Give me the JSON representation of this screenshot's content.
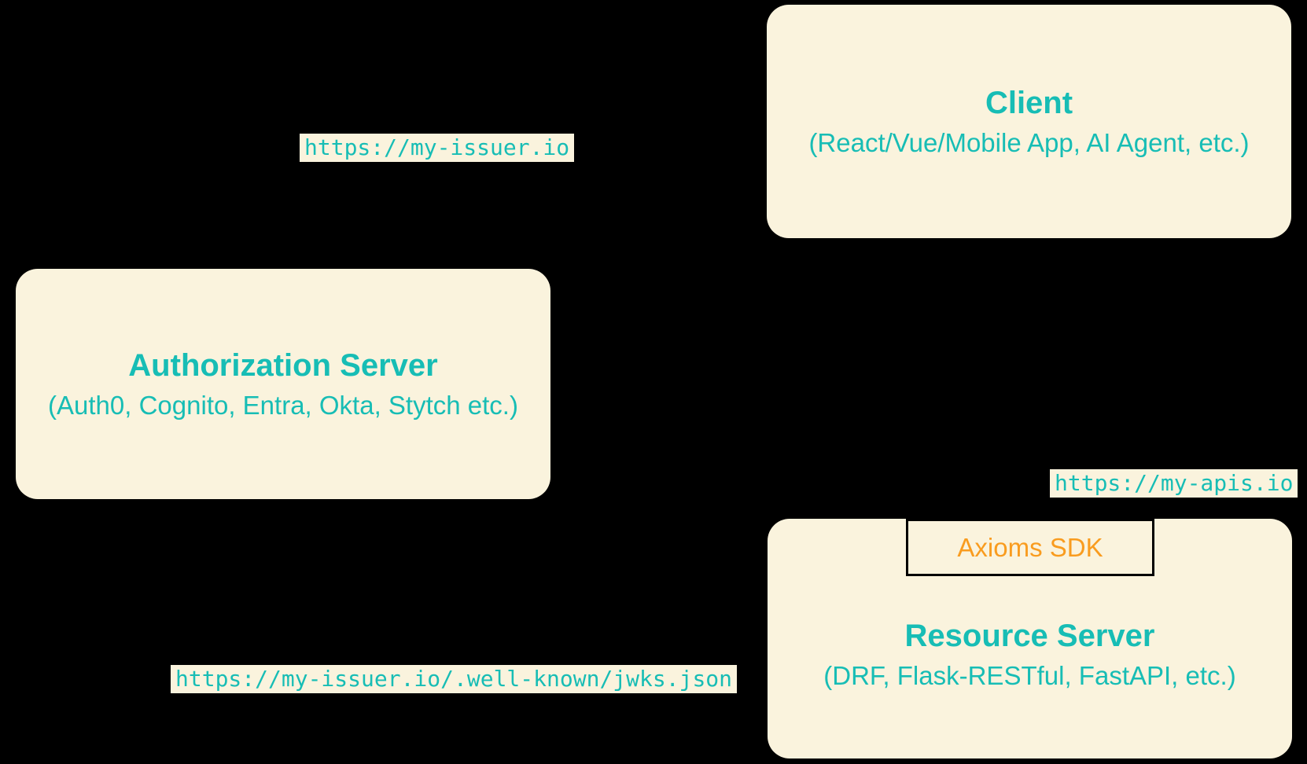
{
  "colors": {
    "background": "#000000",
    "box_fill": "#FAF3DD",
    "teal_text": "#17BDB5",
    "orange_text": "#F99C1F",
    "sdk_border": "#000000"
  },
  "nodes": {
    "client": {
      "title": "Client",
      "subtitle": "(React/Vue/Mobile App, AI Agent, etc.)"
    },
    "authorization_server": {
      "title": "Authorization Server",
      "subtitle": "(Auth0, Cognito, Entra, Okta, Stytch etc.)"
    },
    "resource_server": {
      "title": "Resource Server",
      "subtitle": "(DRF, Flask-RESTful, FastAPI, etc.)"
    },
    "axioms_sdk": {
      "label": "Axioms SDK"
    }
  },
  "url_labels": {
    "issuer": "https://my-issuer.io",
    "apis": "https://my-apis.io",
    "jwks": "https://my-issuer.io/.well-known/jwks.json"
  }
}
